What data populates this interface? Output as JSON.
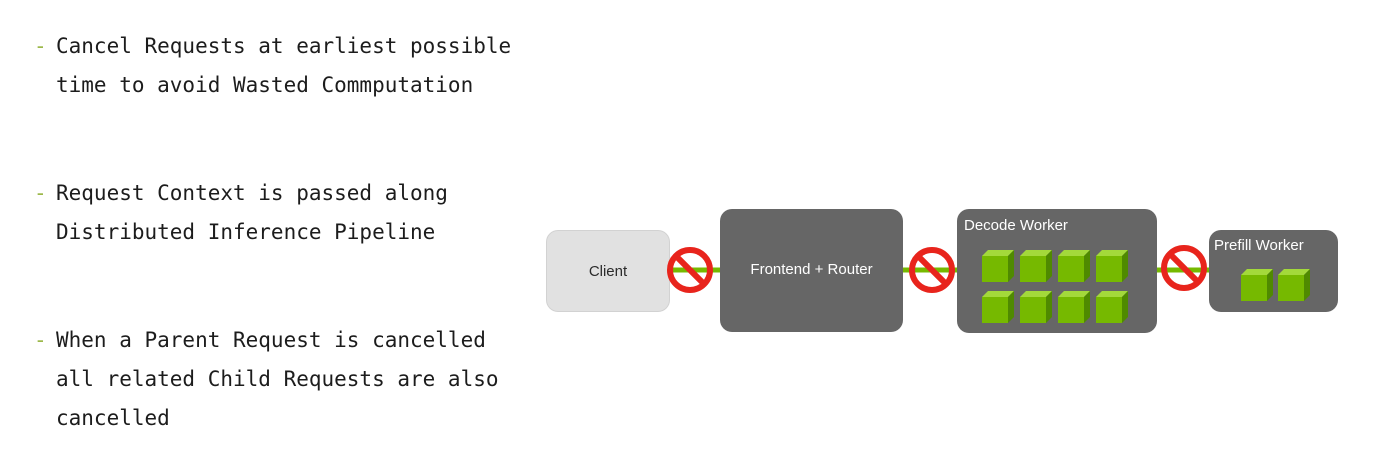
{
  "bullets": [
    {
      "dash": "-",
      "lines": [
        "Cancel Requests at earliest possible",
        "time to avoid Wasted Commputation"
      ]
    },
    {
      "dash": "-",
      "lines": [
        "Request Context is passed along",
        "Distributed Inference Pipeline"
      ]
    },
    {
      "dash": "-",
      "lines": [
        "When a Parent Request is cancelled",
        "all related Child Requests are also",
        "cancelled"
      ]
    }
  ],
  "diagram": {
    "nodes": {
      "client": "Client",
      "frontend": "Frontend + Router",
      "decode": "Decode Worker",
      "prefill": "Prefill Worker"
    },
    "decode_cube_count": 8,
    "prefill_cube_count": 2,
    "connector_icon": "no-entry-icon",
    "cube_icon": "gpu-cube-icon",
    "colors": {
      "accent_green": "#76b900",
      "node_dark": "#666666",
      "node_light": "#e1e1e1",
      "stop_red": "#e8241c"
    }
  }
}
